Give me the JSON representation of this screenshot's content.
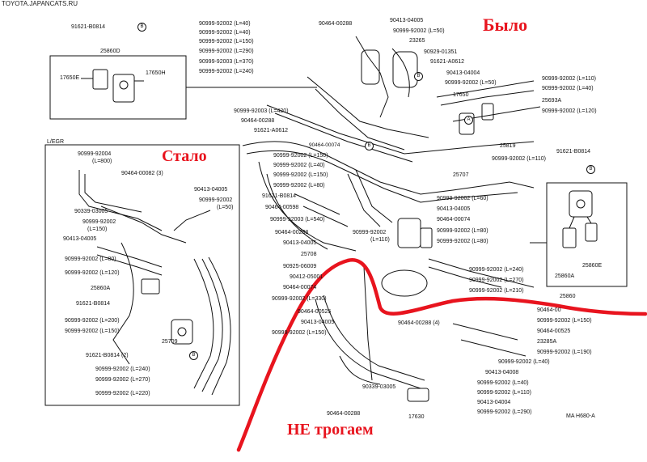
{
  "watermark": "TOYOTA.JAPANCATS.RU",
  "section_label": "L/EGR",
  "annotations": {
    "before": "Было",
    "after": "Стало",
    "untouched": "НЕ трогаем"
  },
  "code": "MA H680-A",
  "circle_marks": {
    "b": "B",
    "a": "A"
  },
  "colors": {
    "annotation": "#e8141e",
    "lines": "#111111"
  },
  "labels": {
    "p1": "91621-B0814",
    "p2": "25860D",
    "p3": "17650E",
    "p4": "17650H",
    "p5": "90999-92002 (L=40)",
    "p6": "90999-92002 (L=40)",
    "p7": "90999-92002 (L=150)",
    "p8": "90999-92002 (L=290)",
    "p9": "90999-92003 (L=370)",
    "p10": "90999-92002 (L=240)",
    "p11": "90464-00288",
    "p12": "90413-04005",
    "p13": "90999-92002 (L=50)",
    "p14": "23265",
    "p15": "90929-01351",
    "p16": "91621-A0612",
    "p17": "90413-04004",
    "p18": "90999-92002 (L=50)",
    "p19": "17650",
    "p20": "90999-92002 (L=110)",
    "p21": "90999-92002 (L=40)",
    "p22": "25693A",
    "p23": "90999-92002 (L=120)",
    "p24": "90999-92003 (L=420)",
    "p25": "90464-00288",
    "p26": "91621-A0612",
    "p27": "90464-00074",
    "p28": "25819",
    "p29": "90999-92002 (L=110)",
    "p30": "91621-B0814",
    "p31": "90999-92002 (L=150)",
    "p32": "90999-92002 (L=40)",
    "p33": "90999-92002 (L=150)",
    "p34": "25707",
    "p35": "90999-92002 (L=80)",
    "p36": "91621-B0814",
    "p37": "90999-92002 (L=60)",
    "p38": "90464-00598",
    "p39": "90413-04005",
    "p40": "90999-92003 (L=540)",
    "p41": "90464-00074",
    "p42": "90464-00288",
    "p43": "90999-92002 (L=80)",
    "p44": "90999-92002",
    "p45": "(L=110)",
    "p46": "90999-92002 (L=80)",
    "p47": "90413-04005",
    "p48": "25708",
    "p49": "90925-06009",
    "p50": "90412-05001",
    "p51": "90464-00074",
    "p52": "90999-92002 (L=330)",
    "p53": "90464-00525",
    "p54": "90413-04005",
    "p55": "90999-92002 (L=150)",
    "p56": "90999-92002 (L=240)",
    "p57": "90999-92002 (L=270)",
    "p58": "90999-92002 (L=210)",
    "p59": "25860",
    "p60": "25860E",
    "p61": "25860A",
    "p62": "90464-00288 (4)",
    "p63": "90464-00",
    "p64": "90999-92002 (L=150)",
    "p65": "90464-00525",
    "p66": "23285A",
    "p67": "90999-92002 (L=190)",
    "p68": "90999-92002 (L=40)",
    "p69": "90413-04008",
    "p70": "90999-92002 (L=40)",
    "p71": "90999-92002 (L=110)",
    "p72": "90413-04004",
    "p73": "90999-92002 (L=290)",
    "p74": "90339-03005",
    "p75": "90464-00288",
    "p76": "17630",
    "p77": "90999-92004",
    "p78": "(L=800)",
    "p79": "90464-00082 (3)",
    "p80": "90413-04005",
    "p81": "90999-92002",
    "p82": "(L=50)",
    "p83": "90339-03005",
    "p84": "90999-92002",
    "p85": "(L=150)",
    "p86": "90413-04005",
    "p87": "90999-92002 (L=80)",
    "p88": "90999-92002 (L=120)",
    "p89": "25860A",
    "p90": "91621-B0814",
    "p91": "90999-92002 (L=200)",
    "p92": "90999-92002 (L=150)",
    "p93": "25709",
    "p94": "91621-B0814 (2)",
    "p95": "90999-92002 (L=240)",
    "p96": "90999-92002 (L=270)",
    "p97": "90999-92002 (L=220)"
  }
}
